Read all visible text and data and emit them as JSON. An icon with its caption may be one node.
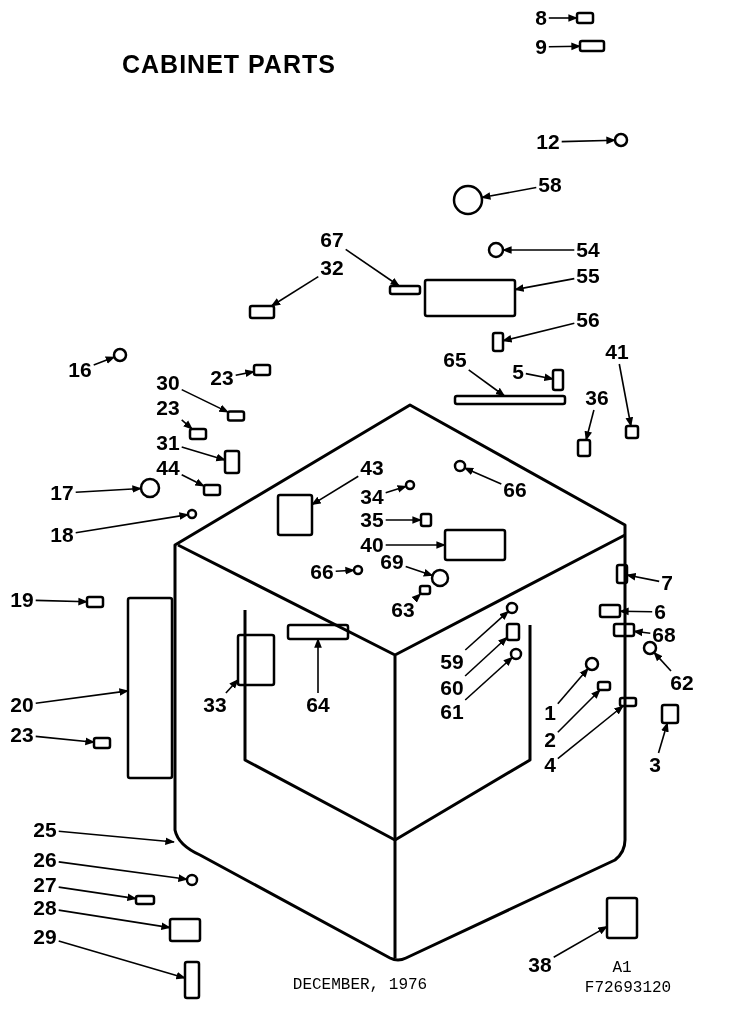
{
  "diagram": {
    "title": "CABINET PARTS",
    "nodes": [
      {
        "text": [
          "8"
        ]
      },
      {
        "text": [
          "9"
        ]
      },
      {
        "text": [
          "12"
        ]
      },
      {
        "text": [
          "58"
        ]
      },
      {
        "text": [
          "67"
        ]
      },
      {
        "text": [
          "32"
        ]
      },
      {
        "text": [
          "54"
        ]
      },
      {
        "text": [
          "55"
        ]
      },
      {
        "text": [
          "56"
        ]
      },
      {
        "text": [
          "16"
        ]
      },
      {
        "text": [
          "30"
        ]
      },
      {
        "text": [
          "23"
        ]
      },
      {
        "text": [
          "23"
        ]
      },
      {
        "text": [
          "41"
        ]
      },
      {
        "text": [
          "5"
        ]
      },
      {
        "text": [
          "36"
        ]
      },
      {
        "text": [
          "65"
        ]
      },
      {
        "text": [
          "31"
        ]
      },
      {
        "text": [
          "44"
        ]
      },
      {
        "text": [
          "43"
        ]
      },
      {
        "text": [
          "34"
        ]
      },
      {
        "text": [
          "35"
        ]
      },
      {
        "text": [
          "40"
        ]
      },
      {
        "text": [
          "66"
        ]
      },
      {
        "text": [
          "17"
        ]
      },
      {
        "text": [
          "18"
        ]
      },
      {
        "text": [
          "66"
        ]
      },
      {
        "text": [
          "69"
        ]
      },
      {
        "text": [
          "7"
        ]
      },
      {
        "text": [
          "6"
        ]
      },
      {
        "text": [
          "68"
        ]
      },
      {
        "text": [
          "63"
        ]
      },
      {
        "text": [
          "19"
        ]
      },
      {
        "text": [
          "59"
        ]
      },
      {
        "text": [
          "60"
        ]
      },
      {
        "text": [
          "61"
        ]
      },
      {
        "text": [
          "62"
        ]
      },
      {
        "text": [
          "1"
        ]
      },
      {
        "text": [
          "2"
        ]
      },
      {
        "text": [
          "4"
        ]
      },
      {
        "text": [
          "3"
        ]
      },
      {
        "text": [
          "33"
        ]
      },
      {
        "text": [
          "64"
        ]
      },
      {
        "text": [
          "20"
        ]
      },
      {
        "text": [
          "23"
        ]
      },
      {
        "text": [
          "25"
        ]
      },
      {
        "text": [
          "26"
        ]
      },
      {
        "text": [
          "27"
        ]
      },
      {
        "text": [
          "28"
        ]
      },
      {
        "text": [
          "29"
        ]
      },
      {
        "text": [
          "38"
        ]
      },
      {
        "text": [],
        "shape": "box"
      },
      {
        "text": [],
        "shape": "box"
      },
      {
        "text": [],
        "shape": "circle"
      },
      {
        "text": [],
        "shape": "circle"
      },
      {
        "text": [],
        "shape": "box"
      },
      {
        "text": [],
        "shape": "box"
      },
      {
        "text": [],
        "shape": "circle"
      },
      {
        "text": [],
        "shape": "box"
      },
      {
        "text": [],
        "shape": "box"
      },
      {
        "text": [],
        "shape": "circle"
      },
      {
        "text": [],
        "shape": "box"
      },
      {
        "text": [],
        "shape": "box"
      },
      {
        "text": [],
        "shape": "box"
      },
      {
        "text": [],
        "shape": "box"
      },
      {
        "text": [],
        "shape": "box"
      },
      {
        "text": [],
        "shape": "box"
      },
      {
        "text": [],
        "shape": "box"
      },
      {
        "text": [],
        "shape": "box"
      },
      {
        "text": [],
        "shape": "box"
      },
      {
        "text": [],
        "shape": "box"
      },
      {
        "text": [],
        "shape": "circle"
      },
      {
        "text": [],
        "shape": "box"
      },
      {
        "text": [],
        "shape": "box"
      },
      {
        "text": [],
        "shape": "circle"
      },
      {
        "text": [],
        "shape": "circle"
      },
      {
        "text": [],
        "shape": "circle"
      },
      {
        "text": [],
        "shape": "circle"
      },
      {
        "text": [],
        "shape": "circle"
      },
      {
        "text": [],
        "shape": "box"
      },
      {
        "text": [],
        "shape": "box"
      },
      {
        "text": [],
        "shape": "box"
      },
      {
        "text": [],
        "shape": "box"
      },
      {
        "text": [],
        "shape": "box"
      },
      {
        "text": [],
        "shape": "circle"
      },
      {
        "text": [],
        "shape": "box"
      },
      {
        "text": [],
        "shape": "circle"
      },
      {
        "text": [],
        "shape": "circle"
      },
      {
        "text": [],
        "shape": "circle"
      },
      {
        "text": [],
        "shape": "box"
      },
      {
        "text": [],
        "shape": "box"
      },
      {
        "text": [],
        "shape": "box"
      },
      {
        "text": [],
        "shape": "box"
      },
      {
        "text": [],
        "shape": "box"
      },
      {
        "text": [],
        "shape": "box"
      },
      {
        "text": [],
        "shape": "box"
      },
      {
        "text": [],
        "shape": "circle"
      },
      {
        "text": [],
        "shape": "box"
      },
      {
        "text": [],
        "shape": "box"
      },
      {
        "text": [],
        "shape": "box"
      },
      {
        "text": [],
        "shape": "box"
      }
    ],
    "edges": [
      {
        "from": 0,
        "to": 51,
        "arrow": "to"
      },
      {
        "from": 1,
        "to": 52,
        "arrow": "to"
      },
      {
        "from": 2,
        "to": 53,
        "arrow": "to"
      },
      {
        "from": 3,
        "to": 54,
        "arrow": "to"
      },
      {
        "from": 4,
        "to": 55,
        "arrow": "to"
      },
      {
        "from": 5,
        "to": 56,
        "arrow": "to"
      },
      {
        "from": 6,
        "to": 57,
        "arrow": "to"
      },
      {
        "from": 7,
        "to": 58,
        "arrow": "to"
      },
      {
        "from": 8,
        "to": 59,
        "arrow": "to"
      },
      {
        "from": 9,
        "to": 60,
        "arrow": "to"
      },
      {
        "from": 10,
        "to": 61,
        "arrow": "to"
      },
      {
        "from": 11,
        "to": 62,
        "arrow": "to"
      },
      {
        "from": 12,
        "to": 63,
        "arrow": "to"
      },
      {
        "from": 13,
        "to": 64,
        "arrow": "to"
      },
      {
        "from": 14,
        "to": 65,
        "arrow": "to"
      },
      {
        "from": 15,
        "to": 66,
        "arrow": "to"
      },
      {
        "from": 16,
        "to": 67,
        "arrow": "to"
      },
      {
        "from": 17,
        "to": 68,
        "arrow": "to"
      },
      {
        "from": 18,
        "to": 69,
        "arrow": "to"
      },
      {
        "from": 19,
        "to": 70,
        "arrow": "to"
      },
      {
        "from": 20,
        "to": 71,
        "arrow": "to"
      },
      {
        "from": 21,
        "to": 72,
        "arrow": "to"
      },
      {
        "from": 22,
        "to": 73,
        "arrow": "to"
      },
      {
        "from": 23,
        "to": 74,
        "arrow": "to"
      },
      {
        "from": 24,
        "to": 75,
        "arrow": "to"
      },
      {
        "from": 25,
        "to": 76,
        "arrow": "to"
      },
      {
        "from": 26,
        "to": 77,
        "arrow": "to"
      },
      {
        "from": 27,
        "to": 78,
        "arrow": "to"
      },
      {
        "from": 28,
        "to": 79,
        "arrow": "to"
      },
      {
        "from": 29,
        "to": 80,
        "arrow": "to"
      },
      {
        "from": 30,
        "to": 81,
        "arrow": "to"
      },
      {
        "from": 31,
        "to": 82,
        "arrow": "to"
      },
      {
        "from": 32,
        "to": 83,
        "arrow": "to"
      },
      {
        "from": 33,
        "to": 84,
        "arrow": "to"
      },
      {
        "from": 34,
        "to": 85,
        "arrow": "to"
      },
      {
        "from": 35,
        "to": 86,
        "arrow": "to"
      },
      {
        "from": 36,
        "to": 87,
        "arrow": "to"
      },
      {
        "from": 37,
        "to": 88,
        "arrow": "to"
      },
      {
        "from": 38,
        "to": 89,
        "arrow": "to"
      },
      {
        "from": 39,
        "to": 90,
        "arrow": "to"
      },
      {
        "from": 40,
        "to": 91,
        "arrow": "to"
      },
      {
        "from": 41,
        "to": 92,
        "arrow": "to"
      },
      {
        "from": 42,
        "to": 93,
        "arrow": "to"
      },
      {
        "from": 43,
        "to": 94,
        "arrow": "to"
      },
      {
        "from": 44,
        "to": 95,
        "arrow": "to"
      },
      {
        "from": 45,
        "to": null,
        "arrow": "to"
      },
      {
        "from": 46,
        "to": 96,
        "arrow": "to"
      },
      {
        "from": 47,
        "to": 97,
        "arrow": "to"
      },
      {
        "from": 48,
        "to": 98,
        "arrow": "to"
      },
      {
        "from": 49,
        "to": 99,
        "arrow": "to"
      },
      {
        "from": 50,
        "to": 100,
        "arrow": "to"
      }
    ],
    "labels": [
      "DECEMBER, 1976",
      "A1",
      "F72693120"
    ]
  }
}
